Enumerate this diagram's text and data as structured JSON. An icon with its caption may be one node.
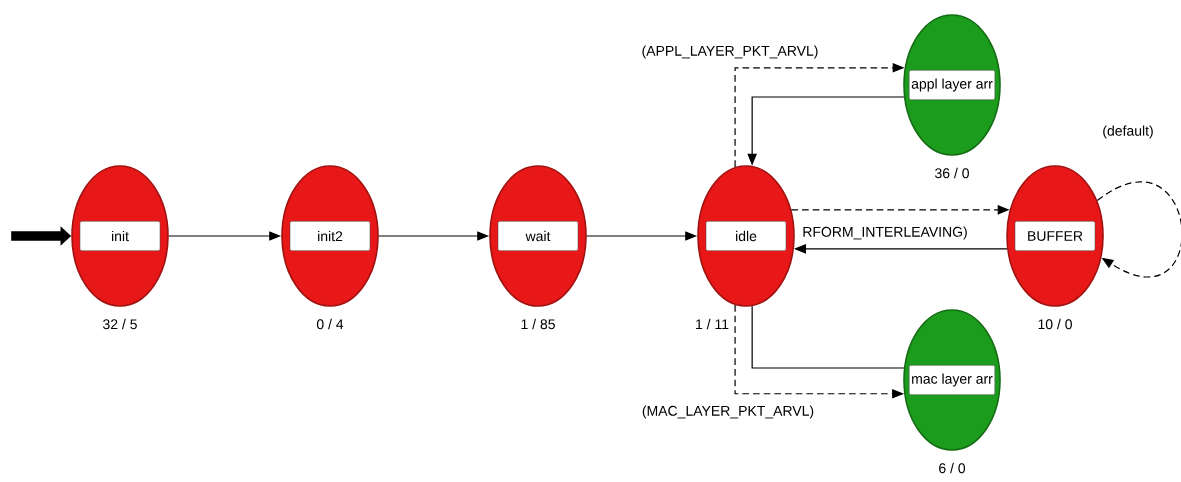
{
  "diagram": {
    "nodes": [
      {
        "text": [
          "init"
        ],
        "beside": [
          "32 / 5"
        ]
      },
      {
        "text": [
          "init2"
        ],
        "beside": [
          "0 / 4"
        ]
      },
      {
        "text": [
          "wait"
        ],
        "beside": [
          "1 / 85"
        ]
      },
      {
        "text": [
          "idle"
        ],
        "beside": [
          "1 / 11"
        ]
      },
      {
        "text": [
          "appl layer arr"
        ],
        "beside": [
          "36 / 0"
        ]
      },
      {
        "text": [
          "BUFFER"
        ],
        "beside": [
          "10 / 0"
        ]
      },
      {
        "text": [
          "mac layer arr"
        ],
        "beside": [
          "6 / 0"
        ]
      }
    ],
    "edges": [
      {
        "from": null,
        "to": 0,
        "arrow": "to",
        "style": "thick"
      },
      {
        "from": 0,
        "to": 1,
        "arrow": "to"
      },
      {
        "from": 1,
        "to": 2,
        "arrow": "to"
      },
      {
        "from": 2,
        "to": 3,
        "arrow": "to"
      },
      {
        "from": 3,
        "to": 4,
        "arrow": "to",
        "style": "dashed",
        "label": "(APPL_LAYER_PKT_ARVL)"
      },
      {
        "from": 4,
        "to": 3,
        "arrow": "to"
      },
      {
        "from": 3,
        "to": 5,
        "arrow": "to",
        "style": "dashed",
        "label": "RFORM_INTERLEAVING)"
      },
      {
        "from": 5,
        "to": 3,
        "arrow": "to"
      },
      {
        "from": 5,
        "to": 5,
        "arrow": "to",
        "style": "dashed",
        "label": "(default)"
      },
      {
        "from": 3,
        "to": 6,
        "arrow": "to",
        "style": "dashed",
        "label": "(MAC_LAYER_PKT_ARVL)"
      },
      {
        "from": 6,
        "to": 3,
        "arrow": "none"
      }
    ]
  }
}
